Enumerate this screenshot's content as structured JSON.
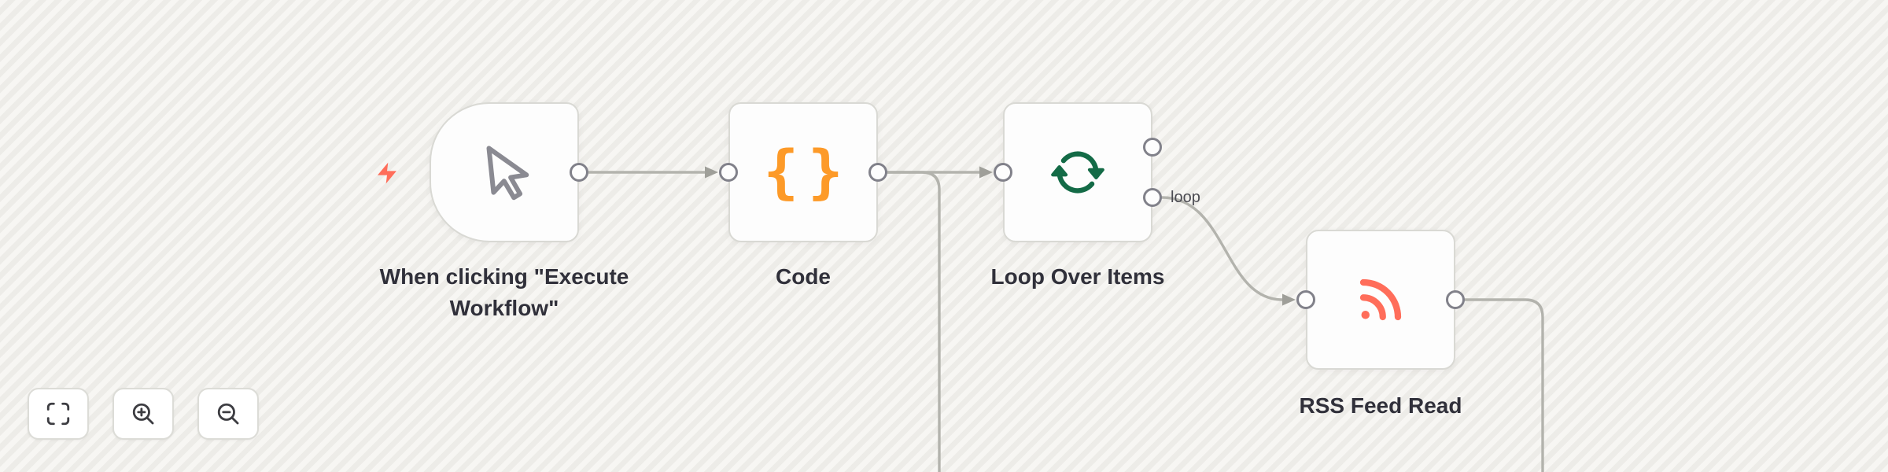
{
  "app": "workflow-editor-canvas",
  "canvas": {
    "background_color": "#f7f6f3",
    "stripe_color": "#edece8",
    "edge_color": "#b3b3ad",
    "node_background": "#fdfdfd",
    "node_border": "#d9d9d4"
  },
  "nodes": [
    {
      "label": "When clicking \"Execute Workflow\"",
      "type": "manual-trigger",
      "icon": "mouse-pointer-icon",
      "icon_color": "#8a8a92",
      "badge_icon": "lightning-bolt-icon",
      "badge_color": "#ff6d5a"
    },
    {
      "label": "Code",
      "type": "code",
      "icon": "curly-braces-icon",
      "icon_color": "#fd9a28",
      "glyph_open": "{",
      "glyph_close": "}"
    },
    {
      "label": "Loop Over Items",
      "type": "loop",
      "icon": "loop-repeat-icon",
      "icon_color": "#146b47",
      "outputs": [
        "",
        "loop"
      ]
    },
    {
      "label": "RSS Feed Read",
      "type": "rss",
      "icon": "rss-icon",
      "icon_color": "#ff6d5a"
    }
  ],
  "controls": [
    {
      "name": "zoom-to-fit",
      "icon": "zoom-to-fit-icon"
    },
    {
      "name": "zoom-in",
      "icon": "zoom-in-icon"
    },
    {
      "name": "zoom-out",
      "icon": "zoom-out-icon"
    }
  ]
}
